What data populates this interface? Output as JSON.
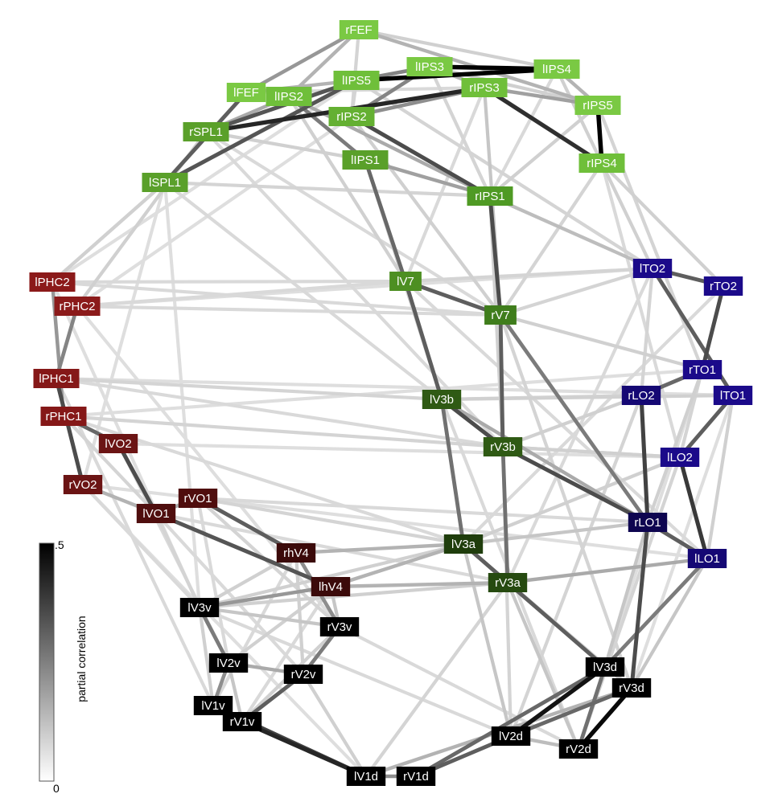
{
  "colorbar": {
    "label": "partial correlation",
    "max_label": ".5",
    "min_label": "0"
  },
  "colors": {
    "dorsal_green_light": "#7ac943",
    "dorsal_green_mid": "#5aa02a",
    "ventral_green_dark": "#2f5a14",
    "ventral_green_darker": "#284d10",
    "parahippocampal_red": "#8b1a1a",
    "ventral_occipital_red": "#5e1212",
    "lateral_occipital_blue": "#1b0a8a",
    "early_visual_black": "#000000"
  },
  "nodes": [
    {
      "label": "rFEF",
      "color": "#7ac943"
    },
    {
      "label": "lIPS3",
      "color": "#7ac943"
    },
    {
      "label": "lIPS4",
      "color": "#7ac943"
    },
    {
      "label": "lIPS5",
      "color": "#6fbf3a"
    },
    {
      "label": "lFEF",
      "color": "#7ac943"
    },
    {
      "label": "lIPS2",
      "color": "#6fbf3a"
    },
    {
      "label": "rIPS3",
      "color": "#6fbf3a"
    },
    {
      "label": "rIPS5",
      "color": "#7ac943"
    },
    {
      "label": "rIPS2",
      "color": "#64b032"
    },
    {
      "label": "rSPL1",
      "color": "#5aa02a"
    },
    {
      "label": "lIPS1",
      "color": "#5aa02a"
    },
    {
      "label": "rIPS4",
      "color": "#6fbf3a"
    },
    {
      "label": "lSPL1",
      "color": "#5aa02a"
    },
    {
      "label": "rIPS1",
      "color": "#4f9a24"
    },
    {
      "label": "lPHC2",
      "color": "#8b1a1a"
    },
    {
      "label": "rPHC2",
      "color": "#8b1a1a"
    },
    {
      "label": "lV7",
      "color": "#4d8f22"
    },
    {
      "label": "lTO2",
      "color": "#1b0a8a"
    },
    {
      "label": "rTO2",
      "color": "#1b0a8a"
    },
    {
      "label": "rV7",
      "color": "#3f7d1c"
    },
    {
      "label": "lPHC1",
      "color": "#851818"
    },
    {
      "label": "rTO1",
      "color": "#1b0a8a"
    },
    {
      "label": "rLO2",
      "color": "#150874"
    },
    {
      "label": "lTO1",
      "color": "#1b0a8a"
    },
    {
      "label": "lV3b",
      "color": "#2f5a14"
    },
    {
      "label": "rPHC1",
      "color": "#851818"
    },
    {
      "label": "lVO2",
      "color": "#6b1414"
    },
    {
      "label": "rV3b",
      "color": "#2f5a14"
    },
    {
      "label": "lLO2",
      "color": "#1b0a8a"
    },
    {
      "label": "rVO2",
      "color": "#6b1414"
    },
    {
      "label": "rVO1",
      "color": "#4f0e0e"
    },
    {
      "label": "lVO1",
      "color": "#4f0e0e"
    },
    {
      "label": "rLO1",
      "color": "#0e0550"
    },
    {
      "label": "lV3a",
      "color": "#1f3d0c"
    },
    {
      "label": "rhV4",
      "color": "#3b0a0a"
    },
    {
      "label": "lLO1",
      "color": "#150874"
    },
    {
      "label": "rV3a",
      "color": "#264a10"
    },
    {
      "label": "lhV4",
      "color": "#3b0a0a"
    },
    {
      "label": "lV3v",
      "color": "#000000"
    },
    {
      "label": "rV3v",
      "color": "#000000"
    },
    {
      "label": "lV2v",
      "color": "#000000"
    },
    {
      "label": "rV2v",
      "color": "#000000"
    },
    {
      "label": "lV3d",
      "color": "#000000"
    },
    {
      "label": "rV3d",
      "color": "#000000"
    },
    {
      "label": "lV1v",
      "color": "#000000"
    },
    {
      "label": "rV1v",
      "color": "#000000"
    },
    {
      "label": "lV2d",
      "color": "#000000"
    },
    {
      "label": "rV2d",
      "color": "#000000"
    },
    {
      "label": "lV1d",
      "color": "#000000"
    },
    {
      "label": "rV1d",
      "color": "#000000"
    }
  ],
  "edges": [
    {
      "source": "lIPS5",
      "target": "lIPS4",
      "weight": 0.5
    },
    {
      "source": "rIPS5",
      "target": "rIPS4",
      "weight": 0.5
    },
    {
      "source": "lIPS3",
      "target": "lIPS4",
      "weight": 0.5
    },
    {
      "source": "rSPL1",
      "target": "rIPS3",
      "weight": 0.42
    },
    {
      "source": "rIPS3",
      "target": "rIPS4",
      "weight": 0.4
    },
    {
      "source": "rIPS2",
      "target": "rIPS1",
      "weight": 0.34
    },
    {
      "source": "lSPL1",
      "target": "lIPS5",
      "weight": 0.32
    },
    {
      "source": "rSPL1",
      "target": "lIPS5",
      "weight": 0.32
    },
    {
      "source": "lFEF",
      "target": "lSPL1",
      "weight": 0.3
    },
    {
      "source": "rV2d",
      "target": "rV3d",
      "weight": 0.48
    },
    {
      "source": "lV2d",
      "target": "lV3d",
      "weight": 0.46
    },
    {
      "source": "rV1v",
      "target": "lV1d",
      "weight": 0.42
    },
    {
      "source": "lV1v",
      "target": "lV1d",
      "weight": 0.36
    },
    {
      "source": "rV1v",
      "target": "rV2v",
      "weight": 0.3
    },
    {
      "source": "rV1d",
      "target": "lV2d",
      "weight": 0.3
    },
    {
      "source": "lV3d",
      "target": "rV1d",
      "weight": 0.28
    },
    {
      "source": "rV3d",
      "target": "lV2d",
      "weight": 0.28
    },
    {
      "source": "rV2d",
      "target": "lV3d",
      "weight": 0.26
    },
    {
      "source": "lPHC1",
      "target": "rVO2",
      "weight": 0.34
    },
    {
      "source": "rPHC1",
      "target": "lVO2",
      "weight": 0.28
    },
    {
      "source": "lVO2",
      "target": "lVO1",
      "weight": 0.34
    },
    {
      "source": "lVO1",
      "target": "lhV4",
      "weight": 0.32
    },
    {
      "source": "rVO1",
      "target": "rhV4",
      "weight": 0.3
    },
    {
      "source": "rPHC2",
      "target": "lPHC1",
      "weight": 0.22
    },
    {
      "source": "lPHC2",
      "target": "rPHC1",
      "weight": 0.18
    },
    {
      "source": "lTO2",
      "target": "rTO2",
      "weight": 0.3
    },
    {
      "source": "rTO2",
      "target": "rTO1",
      "weight": 0.34
    },
    {
      "source": "lTO2",
      "target": "lTO1",
      "weight": 0.3
    },
    {
      "source": "rTO1",
      "target": "rLO2",
      "weight": 0.28
    },
    {
      "source": "lTO1",
      "target": "lLO2",
      "weight": 0.3
    },
    {
      "source": "rLO2",
      "target": "rLO1",
      "weight": 0.36
    },
    {
      "source": "lLO2",
      "target": "lLO1",
      "weight": 0.38
    },
    {
      "source": "rLO1",
      "target": "lLO1",
      "weight": 0.3
    },
    {
      "source": "rLO1",
      "target": "rV3d",
      "weight": 0.34
    },
    {
      "source": "lLO1",
      "target": "lV3d",
      "weight": 0.24
    },
    {
      "source": "lV7",
      "target": "rV7",
      "weight": 0.3
    },
    {
      "source": "rIPS1",
      "target": "rV7",
      "weight": 0.34
    },
    {
      "source": "lIPS1",
      "target": "lV7",
      "weight": 0.28
    },
    {
      "source": "lV7",
      "target": "lV3b",
      "weight": 0.3
    },
    {
      "source": "lV3b",
      "target": "rV3b",
      "weight": 0.34
    },
    {
      "source": "rV7",
      "target": "rV3b",
      "weight": 0.3
    },
    {
      "source": "rV3b",
      "target": "rLO1",
      "weight": 0.34
    },
    {
      "source": "lV3b",
      "target": "lV3a",
      "weight": 0.26
    },
    {
      "source": "lV3a",
      "target": "rV3a",
      "weight": 0.3
    },
    {
      "source": "rV3b",
      "target": "rV3a",
      "weight": 0.26
    },
    {
      "source": "rV3a",
      "target": "lV3d",
      "weight": 0.3
    },
    {
      "source": "rV7",
      "target": "rLO1",
      "weight": 0.24
    },
    {
      "source": "lV3v",
      "target": "lV2v",
      "weight": 0.24
    },
    {
      "source": "rV3v",
      "target": "rV2v",
      "weight": 0.24
    },
    {
      "source": "lhV4",
      "target": "lV3v",
      "weight": 0.18
    },
    {
      "source": "rhV4",
      "target": "rV3v",
      "weight": 0.2
    },
    {
      "source": "lV2v",
      "target": "lV1v",
      "weight": 0.2
    },
    {
      "source": "lIPS2",
      "target": "lIPS1",
      "weight": 0.24
    },
    {
      "source": "lIPS5",
      "target": "lIPS3",
      "weight": 0.22
    },
    {
      "source": "rIPS2",
      "target": "lIPS3",
      "weight": 0.22
    },
    {
      "source": "rFEF",
      "target": "lFEF",
      "weight": 0.18
    },
    {
      "source": "rIPS2",
      "target": "rIPS3",
      "weight": 0.2
    },
    {
      "source": "rV3a",
      "target": "lLO1",
      "weight": 0.14
    },
    {
      "source": "lhV4",
      "target": "lV3a",
      "weight": 0.12
    },
    {
      "source": "rV3a",
      "target": "lhV4",
      "weight": 0.12
    },
    {
      "source": "lIPS1",
      "target": "rIPS1",
      "weight": 0.16
    },
    {
      "source": "rIPS1",
      "target": "lTO2",
      "weight": 0.1
    },
    {
      "source": "lV3b",
      "target": "rLO1",
      "weight": 0.14
    },
    {
      "source": "rhV4",
      "target": "lV3a",
      "weight": 0.12
    },
    {
      "source": "lV2v",
      "target": "rV2v",
      "weight": 0.14
    },
    {
      "source": "rV3d",
      "target": "lV1d",
      "weight": 0.12
    },
    {
      "source": "lV1d",
      "target": "rV1d",
      "weight": 0.2
    },
    {
      "source": "lVO1",
      "target": "rVO1",
      "weight": 0.14
    },
    {
      "source": "rVO2",
      "target": "lVO1",
      "weight": 0.12
    },
    {
      "source": "lIPS2",
      "target": "rIPS1",
      "weight": 0.14
    },
    {
      "source": "rIPS5",
      "target": "rIPS3",
      "weight": 0.16
    },
    {
      "source": "rSPL1",
      "target": "lIPS2",
      "weight": 0.14
    },
    {
      "source": "lFEF",
      "target": "lIPS5",
      "weight": 0.12
    },
    {
      "source": "rFEF",
      "target": "lIPS2",
      "weight": 0.12
    },
    {
      "source": "rFEF",
      "target": "rIPS5",
      "weight": 0.12
    },
    {
      "source": "lIPS4",
      "target": "rIPS5",
      "weight": 0.12
    },
    {
      "source": "lIPS3",
      "target": "rIPS3",
      "weight": 0.12
    },
    {
      "source": "rIPS3",
      "target": "rV7",
      "weight": 0.08
    },
    {
      "source": "lSPL1",
      "target": "lPHC2",
      "weight": 0.06
    },
    {
      "source": "rSPL1",
      "target": "rPHC2",
      "weight": 0.06
    },
    {
      "source": "lIPS5",
      "target": "lTO2",
      "weight": 0.05
    },
    {
      "source": "rIPS4",
      "target": "rTO2",
      "weight": 0.06
    },
    {
      "source": "rIPS4",
      "target": "lTO2",
      "weight": 0.06
    },
    {
      "source": "rIPS5",
      "target": "rTO1",
      "weight": 0.05
    },
    {
      "source": "lV7",
      "target": "lTO2",
      "weight": 0.05
    },
    {
      "source": "rV7",
      "target": "rTO1",
      "weight": 0.06
    },
    {
      "source": "rV7",
      "target": "lTO2",
      "weight": 0.05
    },
    {
      "source": "lV7",
      "target": "lPHC2",
      "weight": 0.04
    },
    {
      "source": "rV7",
      "target": "rPHC2",
      "weight": 0.04
    },
    {
      "source": "lV3b",
      "target": "lTO1",
      "weight": 0.06
    },
    {
      "source": "lV3b",
      "target": "lPHC1",
      "weight": 0.05
    },
    {
      "source": "rV3b",
      "target": "rLO2",
      "weight": 0.06
    },
    {
      "source": "rV3b",
      "target": "rPHC1",
      "weight": 0.05
    },
    {
      "source": "rV3b",
      "target": "lLO2",
      "weight": 0.06
    },
    {
      "source": "lV3a",
      "target": "lLO2",
      "weight": 0.06
    },
    {
      "source": "lV3a",
      "target": "rLO1",
      "weight": 0.08
    },
    {
      "source": "lV3a",
      "target": "rVO1",
      "weight": 0.05
    },
    {
      "source": "lV3a",
      "target": "lV2d",
      "weight": 0.08
    },
    {
      "source": "rV3a",
      "target": "rV2d",
      "weight": 0.08
    },
    {
      "source": "rV3a",
      "target": "lV3v",
      "weight": 0.06
    },
    {
      "source": "lV3a",
      "target": "lV3v",
      "weight": 0.06
    },
    {
      "source": "lhV4",
      "target": "lV2v",
      "weight": 0.06
    },
    {
      "source": "rhV4",
      "target": "rV2v",
      "weight": 0.06
    },
    {
      "source": "lhV4",
      "target": "rV3v",
      "weight": 0.08
    },
    {
      "source": "rhV4",
      "target": "lV3v",
      "weight": 0.06
    },
    {
      "source": "lVO1",
      "target": "lV3v",
      "weight": 0.05
    },
    {
      "source": "rVO1",
      "target": "rV3v",
      "weight": 0.05
    },
    {
      "source": "rVO2",
      "target": "lV3v",
      "weight": 0.04
    },
    {
      "source": "lVO2",
      "target": "lV2v",
      "weight": 0.04
    },
    {
      "source": "lPHC1",
      "target": "lV1v",
      "weight": 0.04
    },
    {
      "source": "rPHC1",
      "target": "lVO1",
      "weight": 0.05
    },
    {
      "source": "lPHC2",
      "target": "lSPL1",
      "weight": 0.05
    },
    {
      "source": "rPHC2",
      "target": "lV7",
      "weight": 0.04
    },
    {
      "source": "lPHC2",
      "target": "rV7",
      "weight": 0.04
    },
    {
      "source": "lPHC1",
      "target": "rV3b",
      "weight": 0.04
    },
    {
      "source": "rPHC1",
      "target": "lV3a",
      "weight": 0.04
    },
    {
      "source": "lTO1",
      "target": "lLO1",
      "weight": 0.06
    },
    {
      "source": "rTO1",
      "target": "rLO1",
      "weight": 0.06
    },
    {
      "source": "rTO2",
      "target": "lLO2",
      "weight": 0.05
    },
    {
      "source": "lTO2",
      "target": "rLO2",
      "weight": 0.05
    },
    {
      "source": "lLO1",
      "target": "rV3d",
      "weight": 0.08
    },
    {
      "source": "rLO1",
      "target": "lV3d",
      "weight": 0.08
    },
    {
      "source": "lLO2",
      "target": "rV2d",
      "weight": 0.05
    },
    {
      "source": "rLO2",
      "target": "lV2d",
      "weight": 0.05
    },
    {
      "source": "lV3d",
      "target": "rV3d",
      "weight": 0.08
    },
    {
      "source": "lV2d",
      "target": "rV2d",
      "weight": 0.1
    },
    {
      "source": "lV3v",
      "target": "rV3v",
      "weight": 0.08
    },
    {
      "source": "lV2v",
      "target": "rV1v",
      "weight": 0.08
    },
    {
      "source": "lV1v",
      "target": "rV1v",
      "weight": 0.1
    },
    {
      "source": "lV3v",
      "target": "lV1v",
      "weight": 0.06
    },
    {
      "source": "rV3v",
      "target": "rV1v",
      "weight": 0.06
    },
    {
      "source": "rV2v",
      "target": "lV1d",
      "weight": 0.06
    },
    {
      "source": "lV3v",
      "target": "lV2d",
      "weight": 0.04
    },
    {
      "source": "rV3v",
      "target": "rV2d",
      "weight": 0.04
    },
    {
      "source": "lIPS2",
      "target": "lV7",
      "weight": 0.06
    },
    {
      "source": "rIPS2",
      "target": "rV7",
      "weight": 0.06
    },
    {
      "source": "lIPS1",
      "target": "lV3b",
      "weight": 0.06
    },
    {
      "source": "rIPS1",
      "target": "rV3b",
      "weight": 0.06
    },
    {
      "source": "lSPL1",
      "target": "rIPS1",
      "weight": 0.05
    },
    {
      "source": "rSPL1",
      "target": "lIPS1",
      "weight": 0.06
    },
    {
      "source": "lFEF",
      "target": "rFEF",
      "weight": 0.06
    },
    {
      "source": "rFEF",
      "target": "lIPS4",
      "weight": 0.06
    },
    {
      "source": "lSPL1",
      "target": "lV3b",
      "weight": 0.04
    },
    {
      "source": "rSPL1",
      "target": "rV3b",
      "weight": 0.04
    },
    {
      "source": "lIPS4",
      "target": "rIPS4",
      "weight": 0.06
    },
    {
      "source": "lIPS3",
      "target": "rIPS5",
      "weight": 0.06
    },
    {
      "source": "rIPS4",
      "target": "rV7",
      "weight": 0.05
    },
    {
      "source": "rIPS4",
      "target": "lLO1",
      "weight": 0.04
    },
    {
      "source": "lTO2",
      "target": "rV3a",
      "weight": 0.04
    },
    {
      "source": "rTO2",
      "target": "lV3a",
      "weight": 0.04
    },
    {
      "source": "lV7",
      "target": "lLO1",
      "weight": 0.04
    },
    {
      "source": "rV7",
      "target": "rV3d",
      "weight": 0.05
    },
    {
      "source": "lV3b",
      "target": "rV2d",
      "weight": 0.04
    },
    {
      "source": "rV3b",
      "target": "lV2d",
      "weight": 0.05
    },
    {
      "source": "lV3a",
      "target": "rV3d",
      "weight": 0.05
    },
    {
      "source": "rV3a",
      "target": "lV1d",
      "weight": 0.05
    },
    {
      "source": "rVO1",
      "target": "lV2v",
      "weight": 0.04
    },
    {
      "source": "lVO1",
      "target": "rV2v",
      "weight": 0.04
    },
    {
      "source": "rhV4",
      "target": "lV1v",
      "weight": 0.04
    },
    {
      "source": "lhV4",
      "target": "rV1v",
      "weight": 0.04
    },
    {
      "source": "lPHC2",
      "target": "lV3v",
      "weight": 0.03
    },
    {
      "source": "rPHC2",
      "target": "rV3v",
      "weight": 0.03
    },
    {
      "source": "rVO2",
      "target": "lV1d",
      "weight": 0.03
    },
    {
      "source": "lPHC1",
      "target": "lTO1",
      "weight": 0.03
    },
    {
      "source": "rPHC1",
      "target": "rTO1",
      "weight": 0.03
    },
    {
      "source": "rPHC2",
      "target": "lTO2",
      "weight": 0.03
    },
    {
      "source": "lPHC2",
      "target": "lIPS5",
      "weight": 0.03
    },
    {
      "source": "rPHC2",
      "target": "rIPS2",
      "weight": 0.03
    },
    {
      "source": "rVO1",
      "target": "rLO1",
      "weight": 0.04
    },
    {
      "source": "lVO2",
      "target": "lLO2",
      "weight": 0.03
    },
    {
      "source": "rVO2",
      "target": "lLO1",
      "weight": 0.03
    },
    {
      "source": "lVO1",
      "target": "rV3a",
      "weight": 0.04
    },
    {
      "source": "lTO1",
      "target": "rV3d",
      "weight": 0.03
    },
    {
      "source": "rTO1",
      "target": "lV3d",
      "weight": 0.03
    },
    {
      "source": "lLO2",
      "target": "rV3b",
      "weight": 0.05
    },
    {
      "source": "rLO2",
      "target": "lV3b",
      "weight": 0.05
    },
    {
      "source": "lIPS5",
      "target": "rIPS2",
      "weight": 0.05
    },
    {
      "source": "lFEF",
      "target": "rIPS3",
      "weight": 0.04
    },
    {
      "source": "rFEF",
      "target": "rIPS2",
      "weight": 0.05
    },
    {
      "source": "lIPS3",
      "target": "rIPS1",
      "weight": 0.05
    },
    {
      "source": "rIPS5",
      "target": "rIPS1",
      "weight": 0.06
    },
    {
      "source": "lIPS4",
      "target": "rIPS1",
      "weight": 0.04
    },
    {
      "source": "rIPS3",
      "target": "lV7",
      "weight": 0.04
    },
    {
      "source": "lSPL1",
      "target": "rVO2",
      "weight": 0.03
    },
    {
      "source": "lSPL1",
      "target": "lV3v",
      "weight": 0.03
    },
    {
      "source": "rSPL1",
      "target": "rV7",
      "weight": 0.04
    }
  ]
}
